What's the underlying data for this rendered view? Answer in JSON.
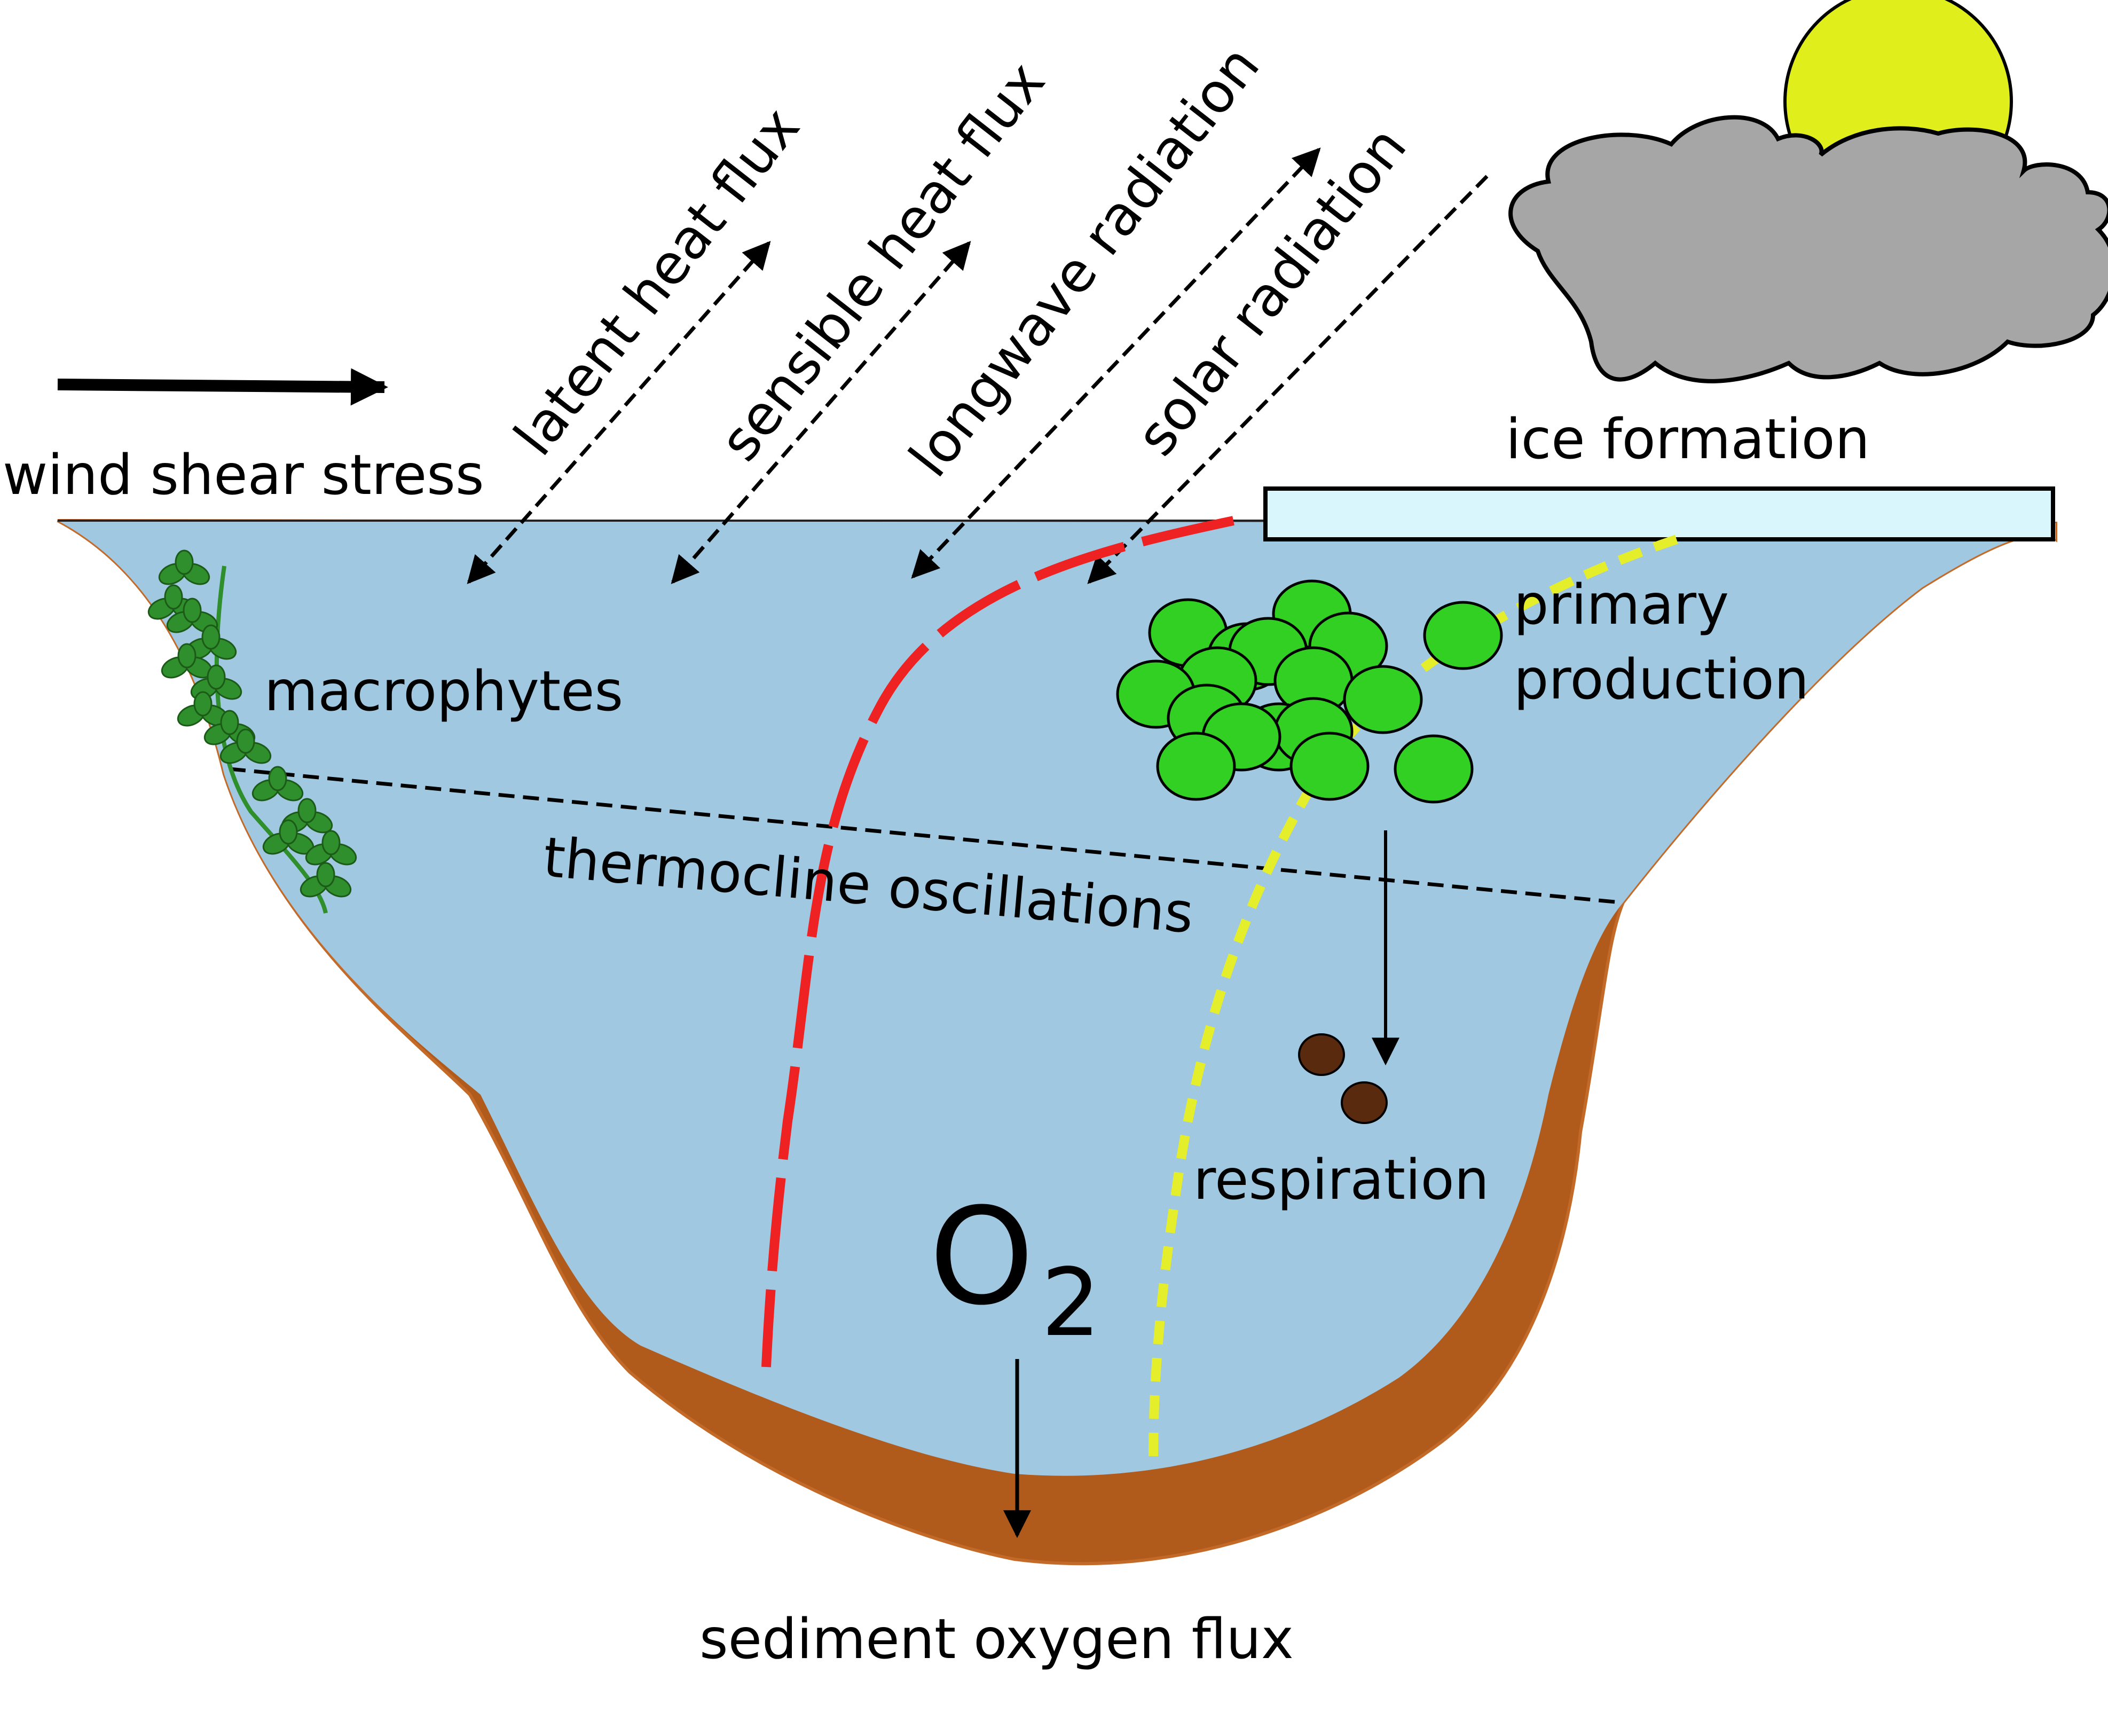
{
  "labels": {
    "wind_shear_stress": "wind shear stress",
    "latent_heat_flux": "latent heat flux",
    "sensible_heat_flux": "sensible heat flux",
    "longwave_radiation": "longwave radiation",
    "solar_radiation": "solar radiation",
    "ice_formation": "ice formation",
    "macrophytes": "macrophytes",
    "primary_production_line1": "primary",
    "primary_production_line2": "production",
    "thermocline_oscillations": "thermocline oscillations",
    "respiration": "respiration",
    "oxygen_symbol": "O",
    "oxygen_subscript": "2",
    "sediment_oxygen_flux": "sediment oxygen flux"
  },
  "colors": {
    "water": "#a0c8e0",
    "sediment": "#b05a1c",
    "sediment_outline": "#c46a28",
    "ice": "#d8f6fb",
    "sun": "#e0ee1c",
    "cloud": "#a6a6a6",
    "phytoplankton": "#33d024",
    "macrophyte": "#2f8f2c",
    "respiration_particles": "#5a2a0e",
    "temperature_profile": "#ee2222",
    "oxygen_profile": "#e4ee2a"
  }
}
